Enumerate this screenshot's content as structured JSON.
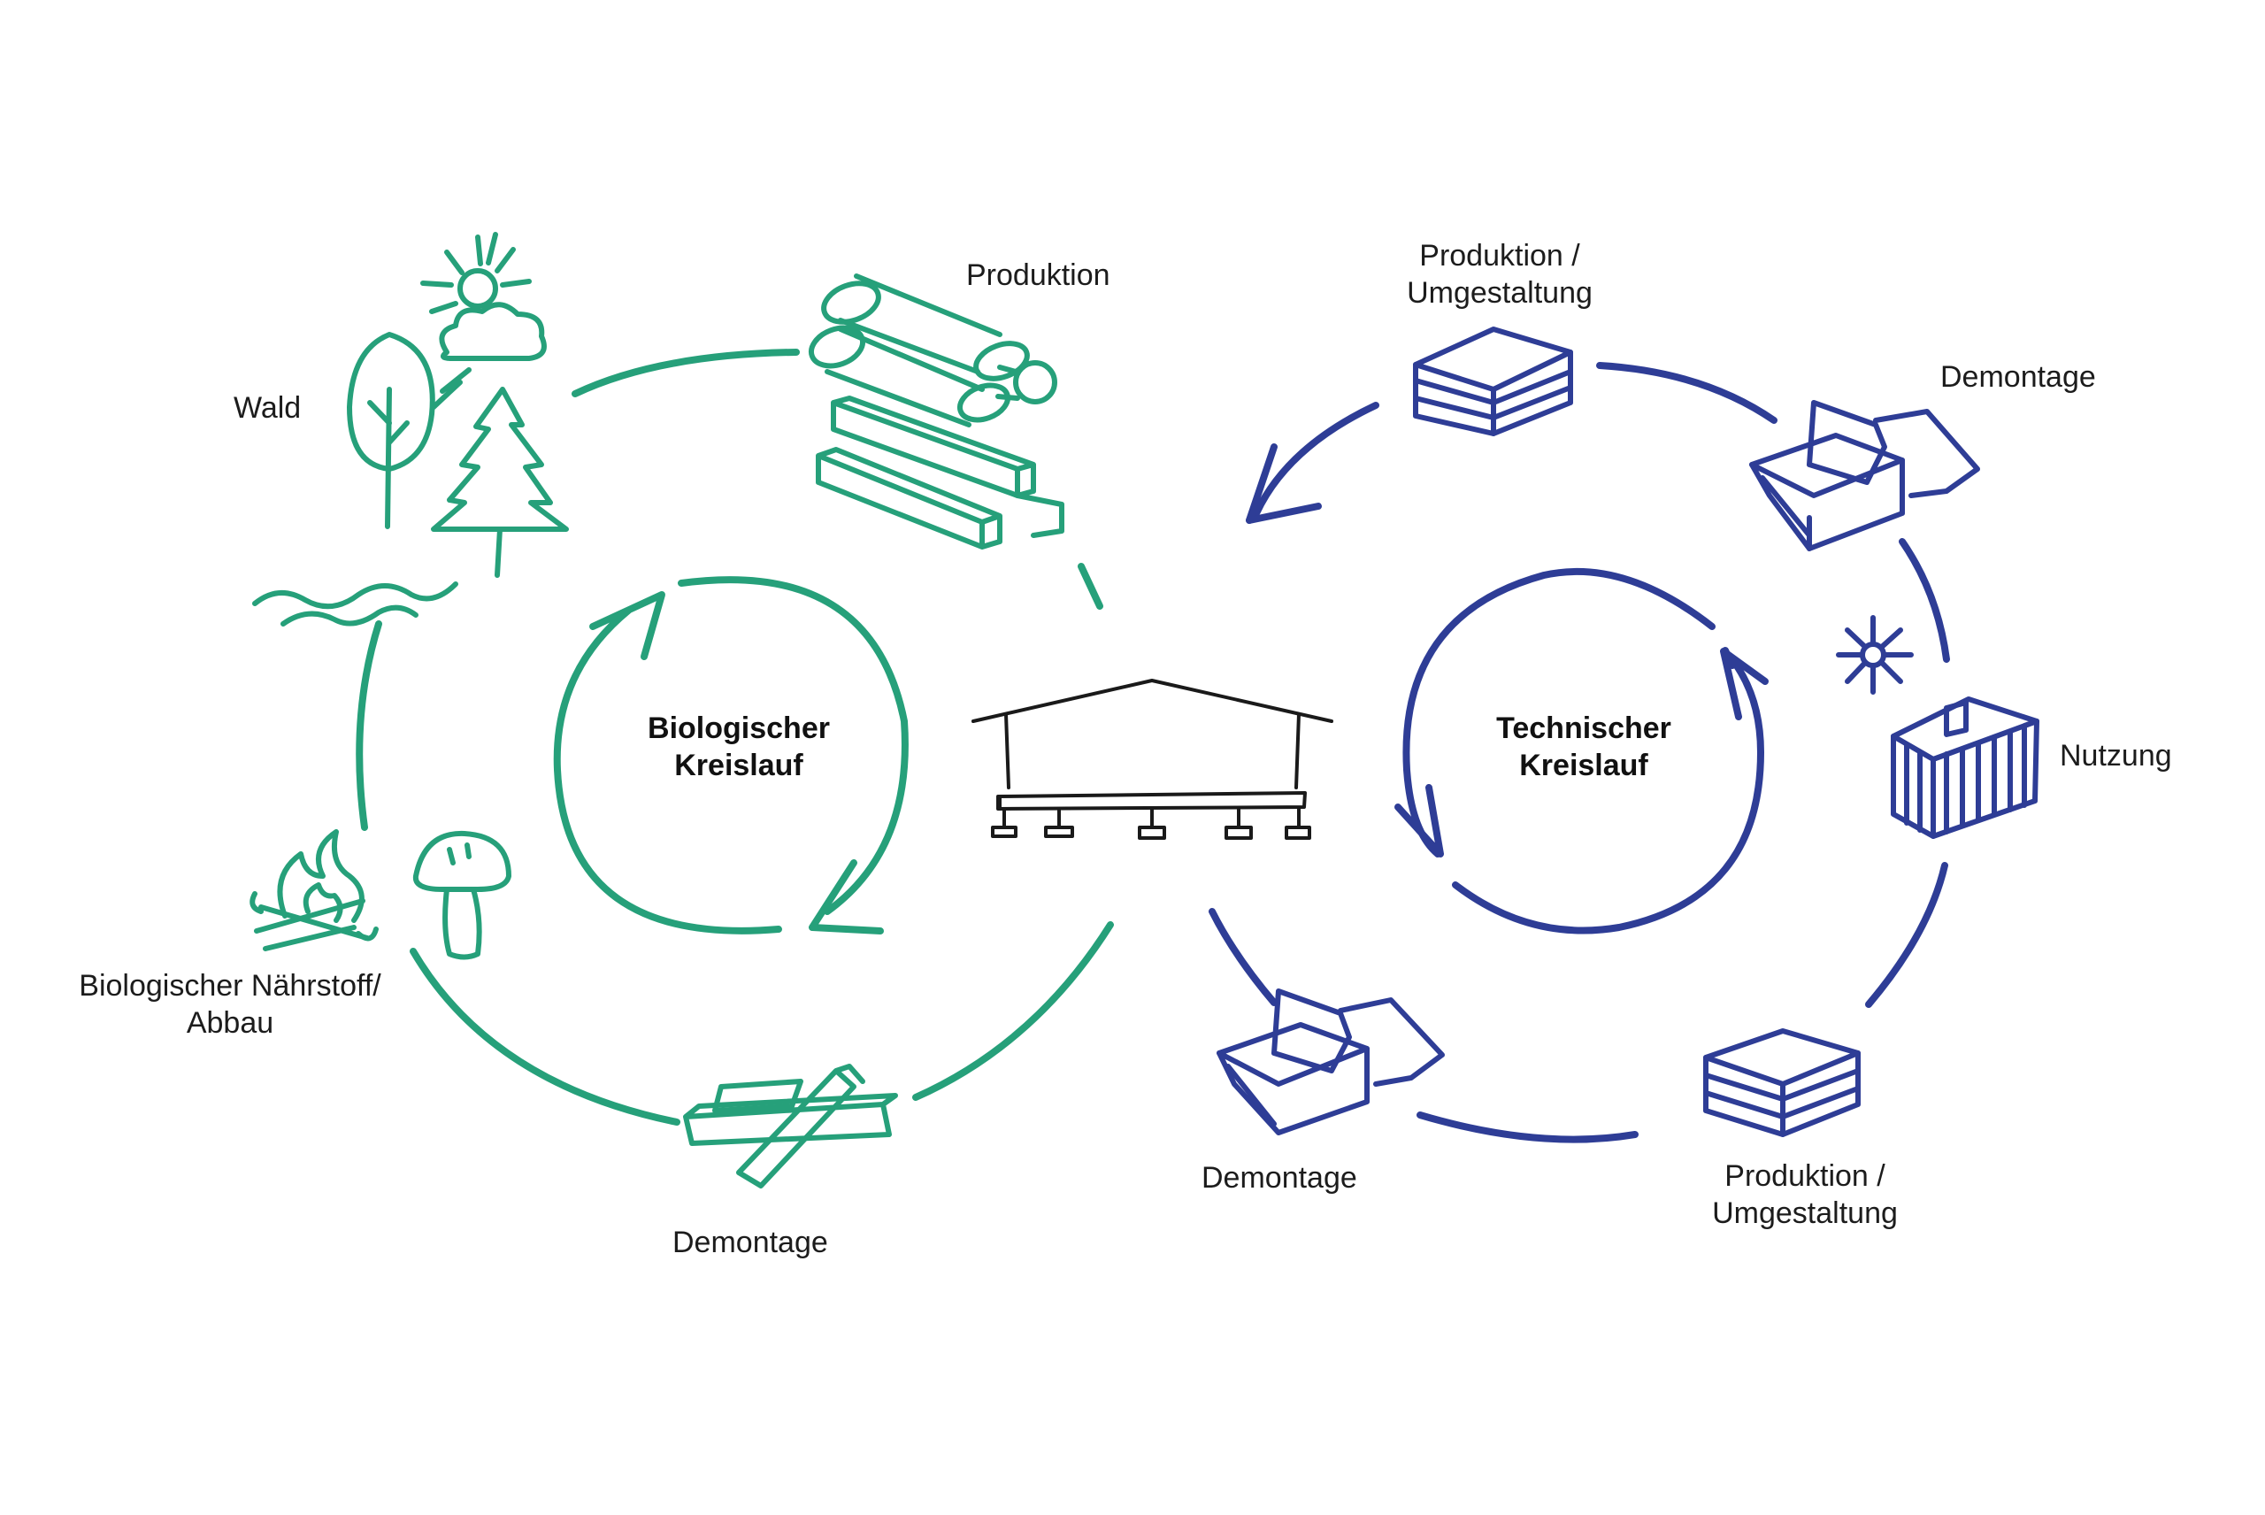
{
  "colors": {
    "bio": "#26a07a",
    "tech": "#2e3d96",
    "ink": "#1a1a1a"
  },
  "bio_cycle": {
    "title_line1": "Biologischer",
    "title_line2": "Kreislauf",
    "wald": "Wald",
    "produktion": "Produktion",
    "naehrstoff_line1": "Biologischer Nährstoff/",
    "naehrstoff_line2": "Abbau",
    "demontage": "Demontage"
  },
  "tech_cycle": {
    "title_line1": "Technischer",
    "title_line2": "Kreislauf",
    "produktion_top_line1": "Produktion /",
    "produktion_top_line2": "Umgestaltung",
    "demontage_top": "Demontage",
    "nutzung": "Nutzung",
    "produktion_bottom_line1": "Produktion /",
    "produktion_bottom_line2": "Umgestaltung",
    "demontage_bottom": "Demontage"
  },
  "icons": {
    "bio": [
      "sun-cloud-icon",
      "tree-icon",
      "water-icon",
      "logs-icon",
      "beams-icon",
      "campfire-icon",
      "mushroom-icon",
      "crossed-beams-icon"
    ],
    "tech": [
      "panel-stack-icon",
      "panels-icon",
      "sun-icon",
      "house-icon"
    ],
    "center": "building-icon"
  }
}
